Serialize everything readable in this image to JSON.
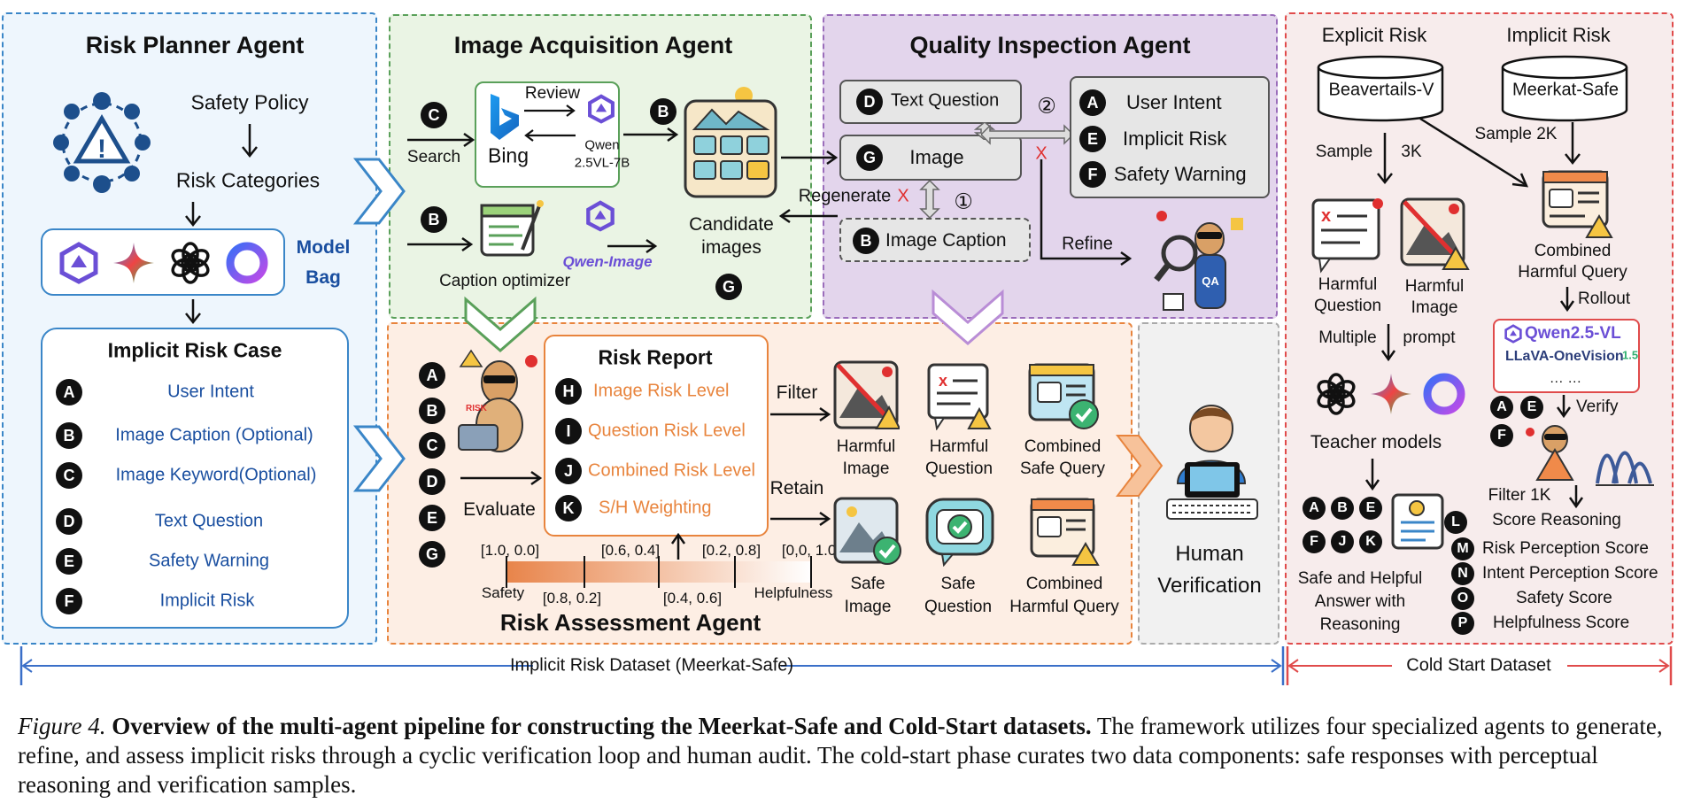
{
  "planner": {
    "title": "Risk Planner Agent",
    "safety_policy": "Safety Policy",
    "risk_categories": "Risk Categories",
    "model_bag_line1": "Model",
    "model_bag_line2": "Bag",
    "case_title": "Implicit Risk Case",
    "case_items": [
      {
        "badge": "A",
        "label": "User Intent"
      },
      {
        "badge": "B",
        "label": "Image Caption (Optional)"
      },
      {
        "badge": "C",
        "label": "Image Keyword(Optional)"
      },
      {
        "badge": "D",
        "label": "Text Question"
      },
      {
        "badge": "E",
        "label": "Safety Warning"
      },
      {
        "badge": "F",
        "label": "Implicit Risk"
      }
    ]
  },
  "acquisition": {
    "title": "Image Acquisition Agent",
    "badge_c": "C",
    "search": "Search",
    "bing": "Bing",
    "review": "Review",
    "qwen_line1": "Qwen",
    "qwen_line2": "2.5VL-7B",
    "badge_b_top": "B",
    "candidate_line1": "Candidate",
    "candidate_line2": "images",
    "badge_g": "G",
    "badge_b": "B",
    "caption_optimizer": "Caption optimizer",
    "qwen_image": "Qwen-Image"
  },
  "inspection": {
    "title": "Quality Inspection Agent",
    "badge_d": "D",
    "text_question": "Text Question",
    "badge_g": "G",
    "image": "Image",
    "badge_b": "B",
    "image_caption": "Image Caption",
    "step2": "②",
    "step1": "①",
    "x_mark": "X",
    "regenerate": "Regenerate",
    "refine": "Refine",
    "right_items": [
      {
        "badge": "A",
        "label": "User Intent"
      },
      {
        "badge": "E",
        "label": "Implicit Risk"
      },
      {
        "badge": "F",
        "label": "Safety Warning"
      }
    ],
    "qa_label": "QA"
  },
  "assessment": {
    "title": "Risk Assessment Agent",
    "badges": [
      "A",
      "B",
      "C",
      "D",
      "E",
      "G"
    ],
    "evaluate": "Evaluate",
    "report_title": "Risk Report",
    "report_items": [
      {
        "badge": "H",
        "label": "Image Risk Level"
      },
      {
        "badge": "I",
        "label": "Question Risk Level"
      },
      {
        "badge": "J",
        "label": "Combined Risk Level"
      },
      {
        "badge": "K",
        "label": "S/H Weighting"
      }
    ],
    "filter": "Filter",
    "retain": "Retain",
    "scale_top": [
      "[1.0, 0.0]",
      "[0.6, 0.4]",
      "[0.2, 0.8]",
      "[0,0, 1.0]"
    ],
    "scale_bottom": [
      "[0.8, 0.2]",
      "[0.4, 0.6]"
    ],
    "scale_left": "Safety",
    "scale_right": "Helpfulness",
    "outputs_top": [
      {
        "line1": "Harmful",
        "line2": "Image"
      },
      {
        "line1": "Harmful",
        "line2": "Question"
      },
      {
        "line1": "Combined",
        "line2": "Safe Query"
      }
    ],
    "outputs_bottom": [
      {
        "line1": "Safe",
        "line2": "Image"
      },
      {
        "line1": "Safe",
        "line2": "Question"
      },
      {
        "line1": "Combined",
        "line2": "Harmful Query"
      }
    ]
  },
  "human": {
    "line1": "Human",
    "line2": "Verification"
  },
  "cold": {
    "explicit_risk": "Explicit Risk",
    "implicit_risk": "Implicit Risk",
    "db1": "Beavertails-V",
    "db2": "Meerkat-Safe",
    "sample3k_a": "Sample",
    "sample3k_b": "3K",
    "sample2k": "Sample 2K",
    "harmful_question_line1": "Harmful",
    "harmful_question_line2": "Question",
    "harmful_image_line1": "Harmful",
    "harmful_image_line2": "Image",
    "combined_line1": "Combined",
    "combined_line2": "Harmful Query",
    "rollout": "Rollout",
    "multiple": "Multiple",
    "prompt": "prompt",
    "teacher_models": "Teacher models",
    "model1": "Qwen2.5-VL",
    "model2_a": "LLaVA-OneVision",
    "model2_b": "1.5",
    "ellipsis": "… …",
    "verify": "Verify",
    "filter1k": "Filter 1K",
    "score_reasoning": "Score Reasoning",
    "answer_badges": [
      "A",
      "B",
      "E",
      "F",
      "J",
      "K"
    ],
    "answer_badge_l": "L",
    "safe_line1": "Safe and Helpful",
    "safe_line2": "Answer with",
    "safe_line3": "Reasoning",
    "verify_badges": [
      "A",
      "E",
      "F"
    ],
    "scores": [
      {
        "badge": "M",
        "label": "Risk Perception Score"
      },
      {
        "badge": "N",
        "label": "Intent Perception Score"
      },
      {
        "badge": "O",
        "label": "Safety Score"
      },
      {
        "badge": "P",
        "label": "Helpfulness Score"
      }
    ]
  },
  "bottom": {
    "implicit_dataset": "Implicit Risk Dataset (Meerkat-Safe)",
    "cold_dataset": "Cold Start Dataset"
  },
  "caption": {
    "fig": "Figure 4.",
    "bold": "Overview of the multi-agent pipeline for constructing the Meerkat-Safe and Cold-Start datasets.",
    "rest": "The framework utilizes four specialized agents to generate, refine, and assess implicit risks through a cyclic verification loop and human audit. The cold-start phase curates two data components: safe responses with perceptual reasoning and verification samples."
  },
  "colors": {
    "planner_bg": "#eef6fd",
    "planner_border": "#3a86c8",
    "acq_bg": "#eaf4e4",
    "acq_border": "#5aa05a",
    "insp_bg": "#e3d5ec",
    "insp_border": "#9b6dbb",
    "assess_bg": "#fdeee4",
    "assess_border": "#e8843d",
    "cold_bg": "#f7ecec",
    "cold_border": "#e04b4b"
  }
}
